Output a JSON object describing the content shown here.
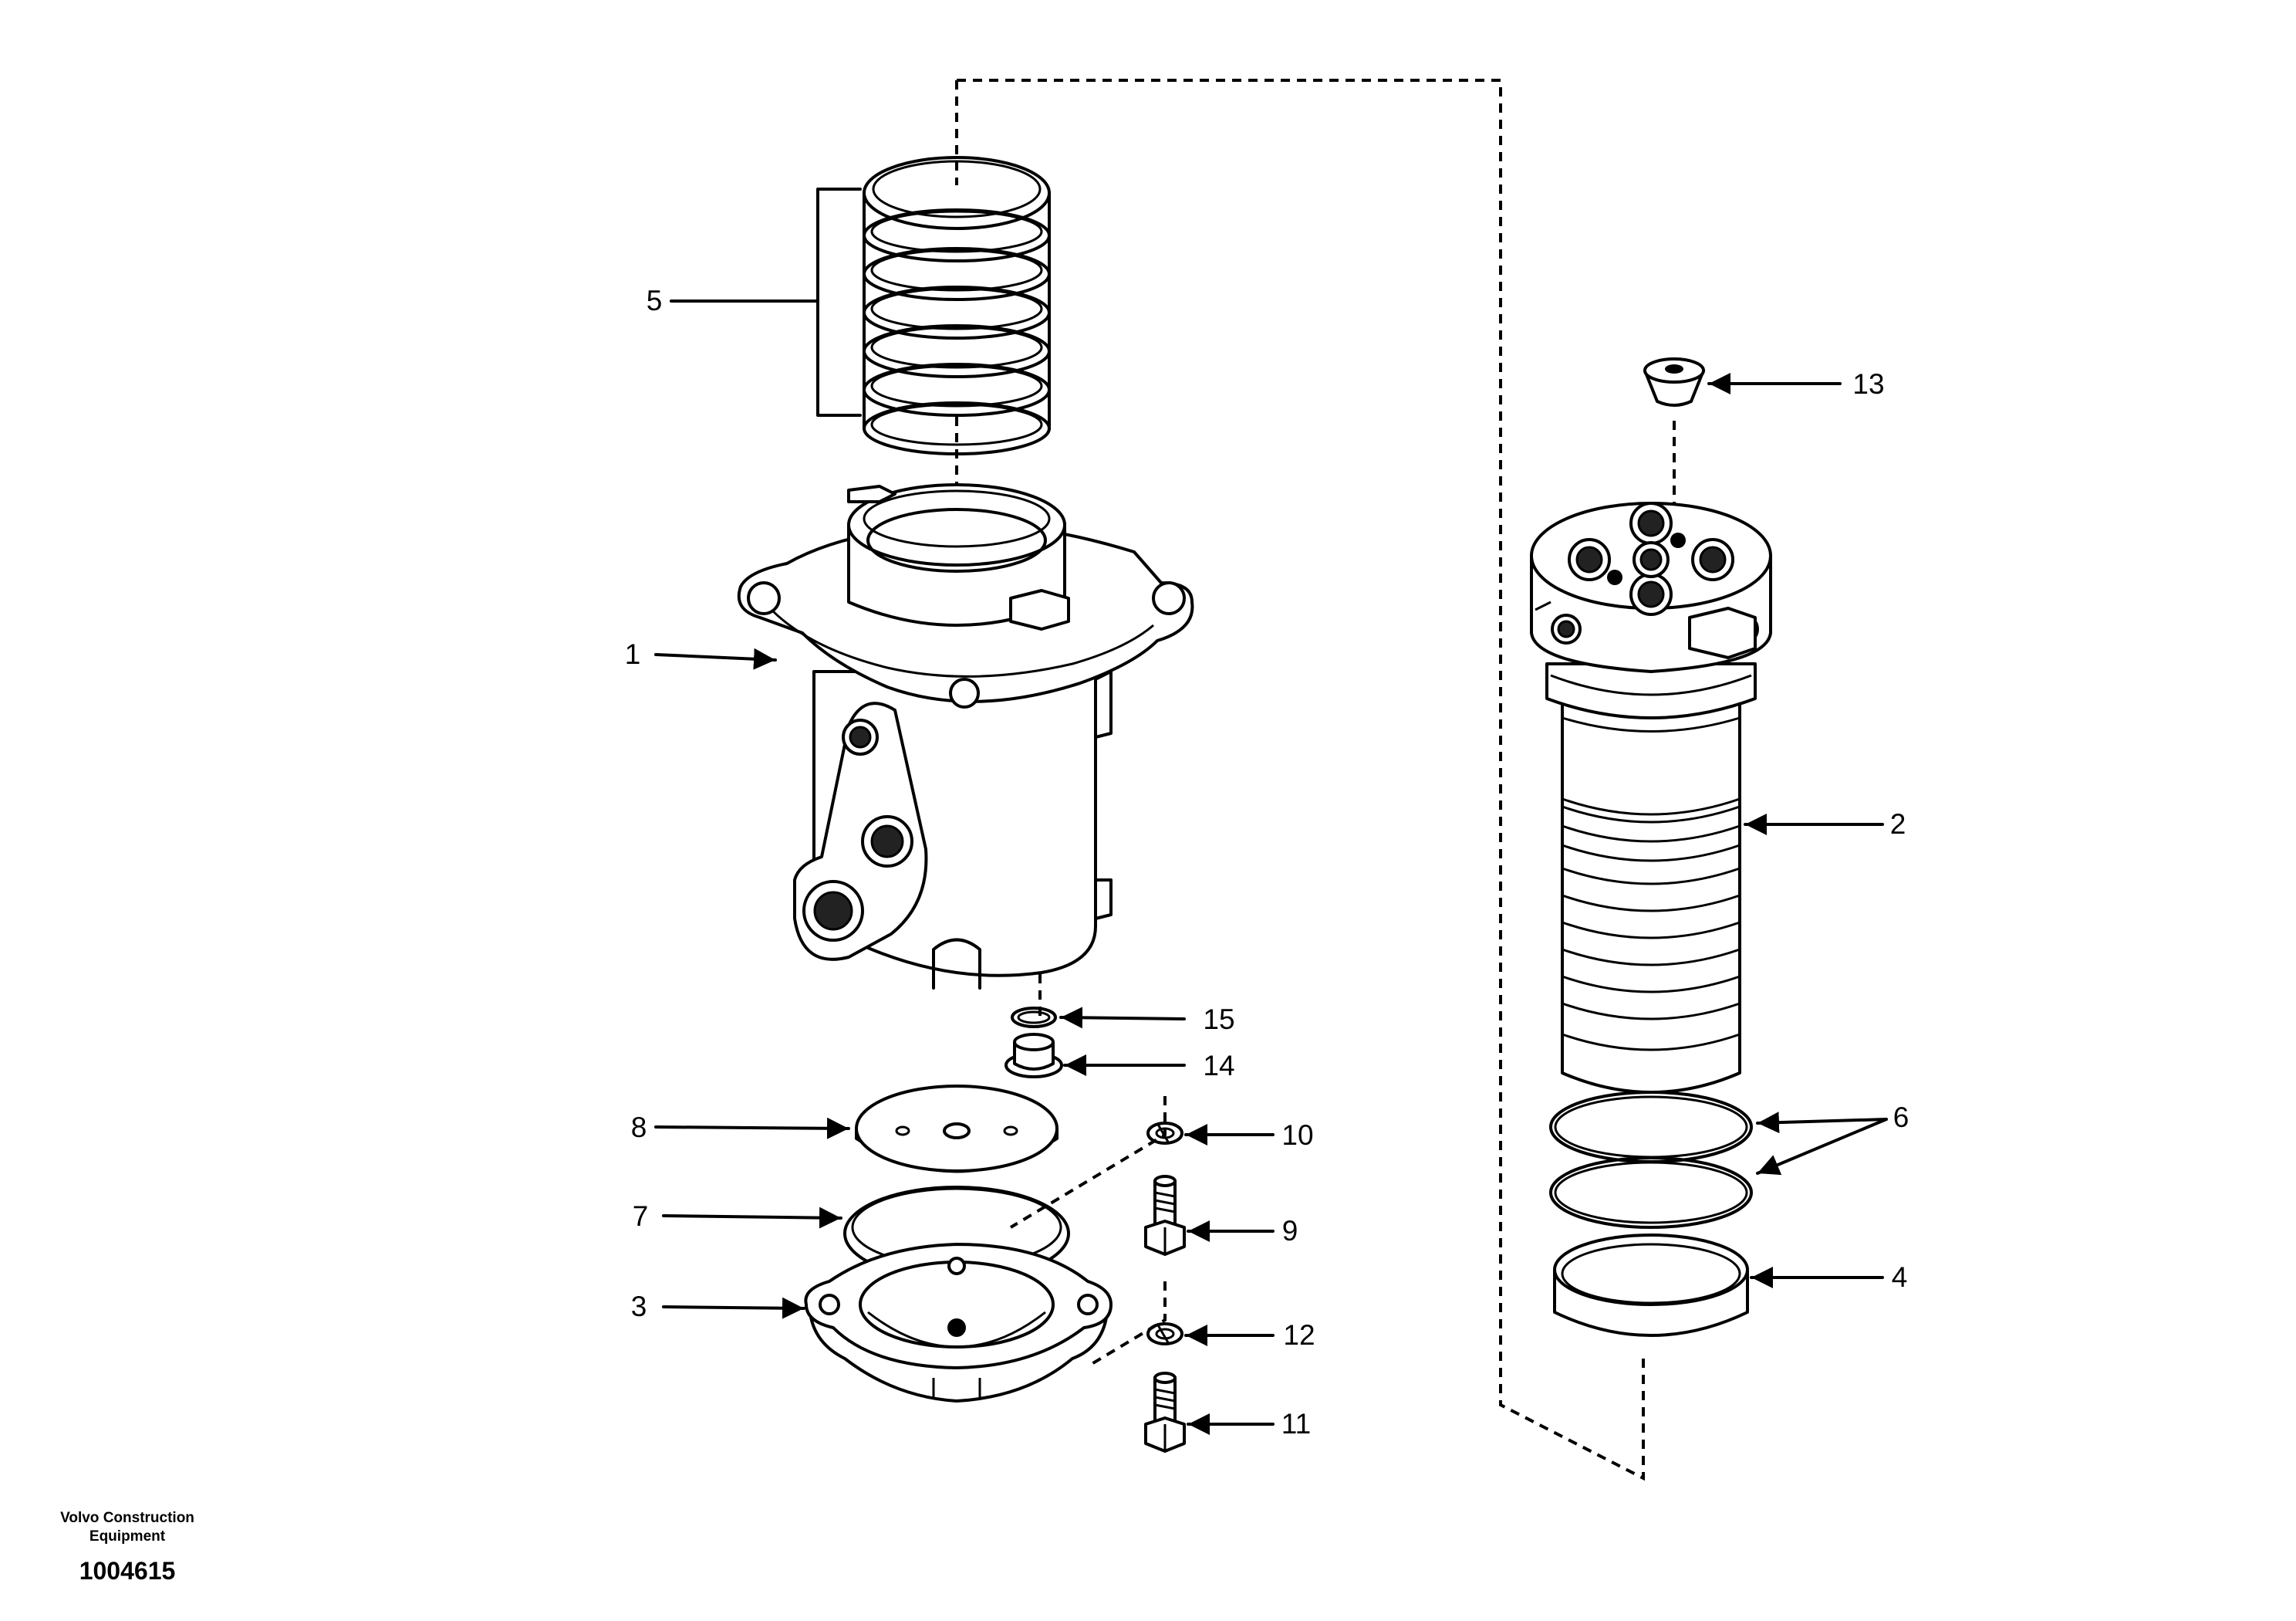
{
  "callouts": [
    {
      "id": "1",
      "label": "1"
    },
    {
      "id": "2",
      "label": "2"
    },
    {
      "id": "3",
      "label": "3"
    },
    {
      "id": "4",
      "label": "4"
    },
    {
      "id": "5",
      "label": "5"
    },
    {
      "id": "6",
      "label": "6"
    },
    {
      "id": "7",
      "label": "7"
    },
    {
      "id": "8",
      "label": "8"
    },
    {
      "id": "9",
      "label": "9"
    },
    {
      "id": "10",
      "label": "10"
    },
    {
      "id": "11",
      "label": "11"
    },
    {
      "id": "12",
      "label": "12"
    },
    {
      "id": "13",
      "label": "13"
    },
    {
      "id": "14",
      "label": "14"
    },
    {
      "id": "15",
      "label": "15"
    }
  ],
  "credit": {
    "company": "Volvo Construction Equipment",
    "doc_number": "1004615"
  }
}
